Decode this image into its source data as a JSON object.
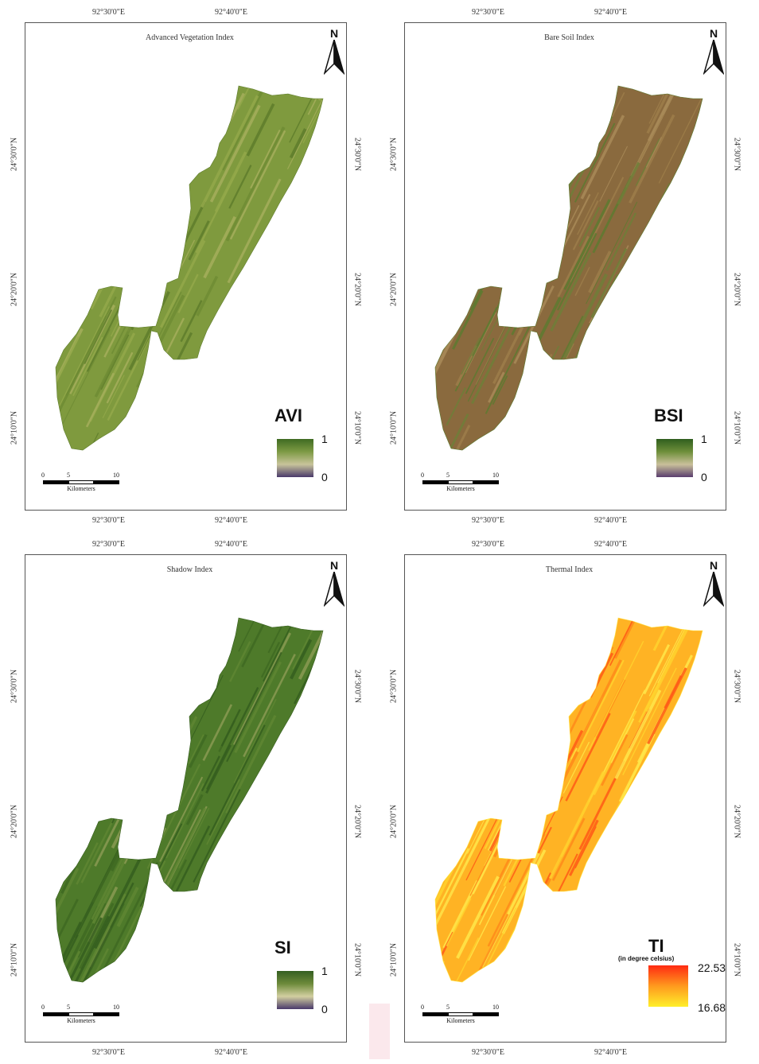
{
  "panels": [
    {
      "key": "avi",
      "title": "Advanced Vegetation Index",
      "legend": "AVI",
      "unit": "",
      "max": "1",
      "min": "0",
      "palette": [
        "#4a3a6b",
        "#c8c49a",
        "#7d9a44",
        "#3f6b22"
      ]
    },
    {
      "key": "bsi",
      "title": "Bare Soil Index",
      "legend": "BSI",
      "unit": "",
      "max": "1",
      "min": "0",
      "palette": [
        "#5a3e6e",
        "#c9c09a",
        "#6e8f3a",
        "#2f5e1e"
      ]
    },
    {
      "key": "si",
      "title": "Shadow Index",
      "legend": "SI",
      "unit": "",
      "max": "1",
      "min": "0",
      "palette": [
        "#4a3a6b",
        "#d2cfa0",
        "#6d8a3a",
        "#355f22"
      ]
    },
    {
      "key": "ti",
      "title": "Thermal Index",
      "legend": "TI",
      "unit": "(in degree celsius)",
      "max": "22.53",
      "min": "16.68",
      "palette": [
        "#ffef2a",
        "#ff9a1e",
        "#ff2a12"
      ]
    }
  ],
  "axes": {
    "lon": [
      "92°30'0\"E",
      "92°40'0\"E"
    ],
    "lat": [
      "24°30'0\"N",
      "24°20'0\"N",
      "24°10'0\"N"
    ]
  },
  "north_label": "N",
  "scale": {
    "ticks": [
      "0",
      "5",
      "10"
    ],
    "unit": "Kilometers"
  },
  "fills": {
    "avi": [
      "#7f9a3e",
      "#93a84a",
      "#6e8c34",
      "#a5ae5c",
      "#5e7d2c"
    ],
    "bsi": [
      "#8a6a3e",
      "#9c7d4a",
      "#6f7e38",
      "#a88a58",
      "#5d7a30"
    ],
    "si": [
      "#4e7a2a",
      "#5f8632",
      "#3f6a22",
      "#8a9a52",
      "#355e1e"
    ],
    "ti": [
      "#ffb324",
      "#ff8a1a",
      "#ffd22e",
      "#ff5a16",
      "#ffe84a"
    ]
  }
}
